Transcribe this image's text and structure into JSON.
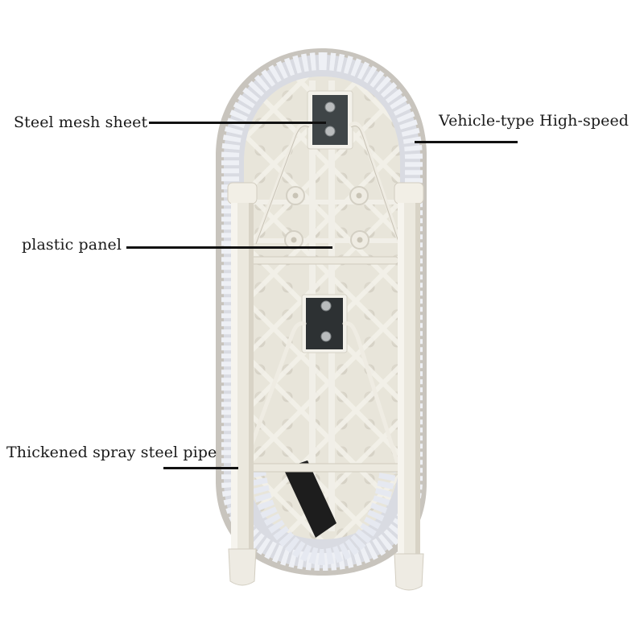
{
  "image": {
    "subject": "ironing-board-underside",
    "background_color": "#ffffff"
  },
  "callouts": [
    {
      "id": "steel-mesh-sheet",
      "text": "Steel mesh sheet",
      "side": "left"
    },
    {
      "id": "vehicle-type-high-speed",
      "text": "Vehicle-type High-speed",
      "side": "right"
    },
    {
      "id": "plastic-panel",
      "text": "plastic panel",
      "side": "left"
    },
    {
      "id": "thickened-spray-steel-pipe",
      "text": "Thickened spray steel pipe",
      "side": "left"
    }
  ],
  "colors": {
    "panel": "#e9e6dc",
    "pipe": "#ece9df",
    "cover": "#dfe2ea",
    "bracket_plate": "#3e4446",
    "leader_line": "#111111"
  }
}
